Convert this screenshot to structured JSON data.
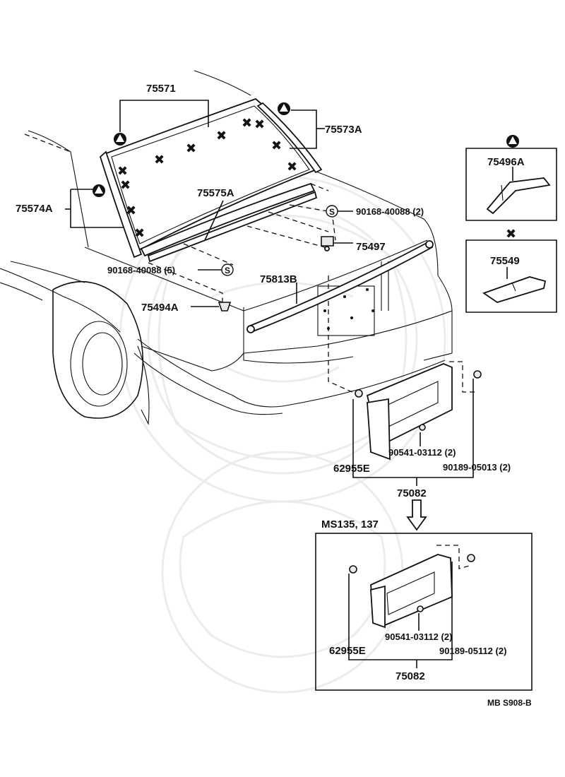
{
  "labels": {
    "p75571": "75571",
    "p75573A": "75573A",
    "p75574A": "75574A",
    "p75575A": "75575A",
    "p90168_2": "90168-40088 (2)",
    "p90168_5": "90168-40088 (5)",
    "p75497": "75497",
    "p75813B": "75813B",
    "p75494A": "75494A",
    "p75496A": "75496A",
    "p75549": "75549",
    "p90541_top": "90541-03112 (2)",
    "p90189_top": "90189-05013 (2)",
    "p62955E_top": "62955E",
    "p75082_top": "75082",
    "ms_note": "MS135, 137",
    "p90541_bot": "90541-03112 (2)",
    "p90189_bot": "90189-05112 (2)",
    "p62955E_bot": "62955E",
    "p75082_bot": "75082",
    "ref_code": "MB  S908-B"
  },
  "symbols": {
    "cross_mark": "✖",
    "s_mark": "S"
  }
}
